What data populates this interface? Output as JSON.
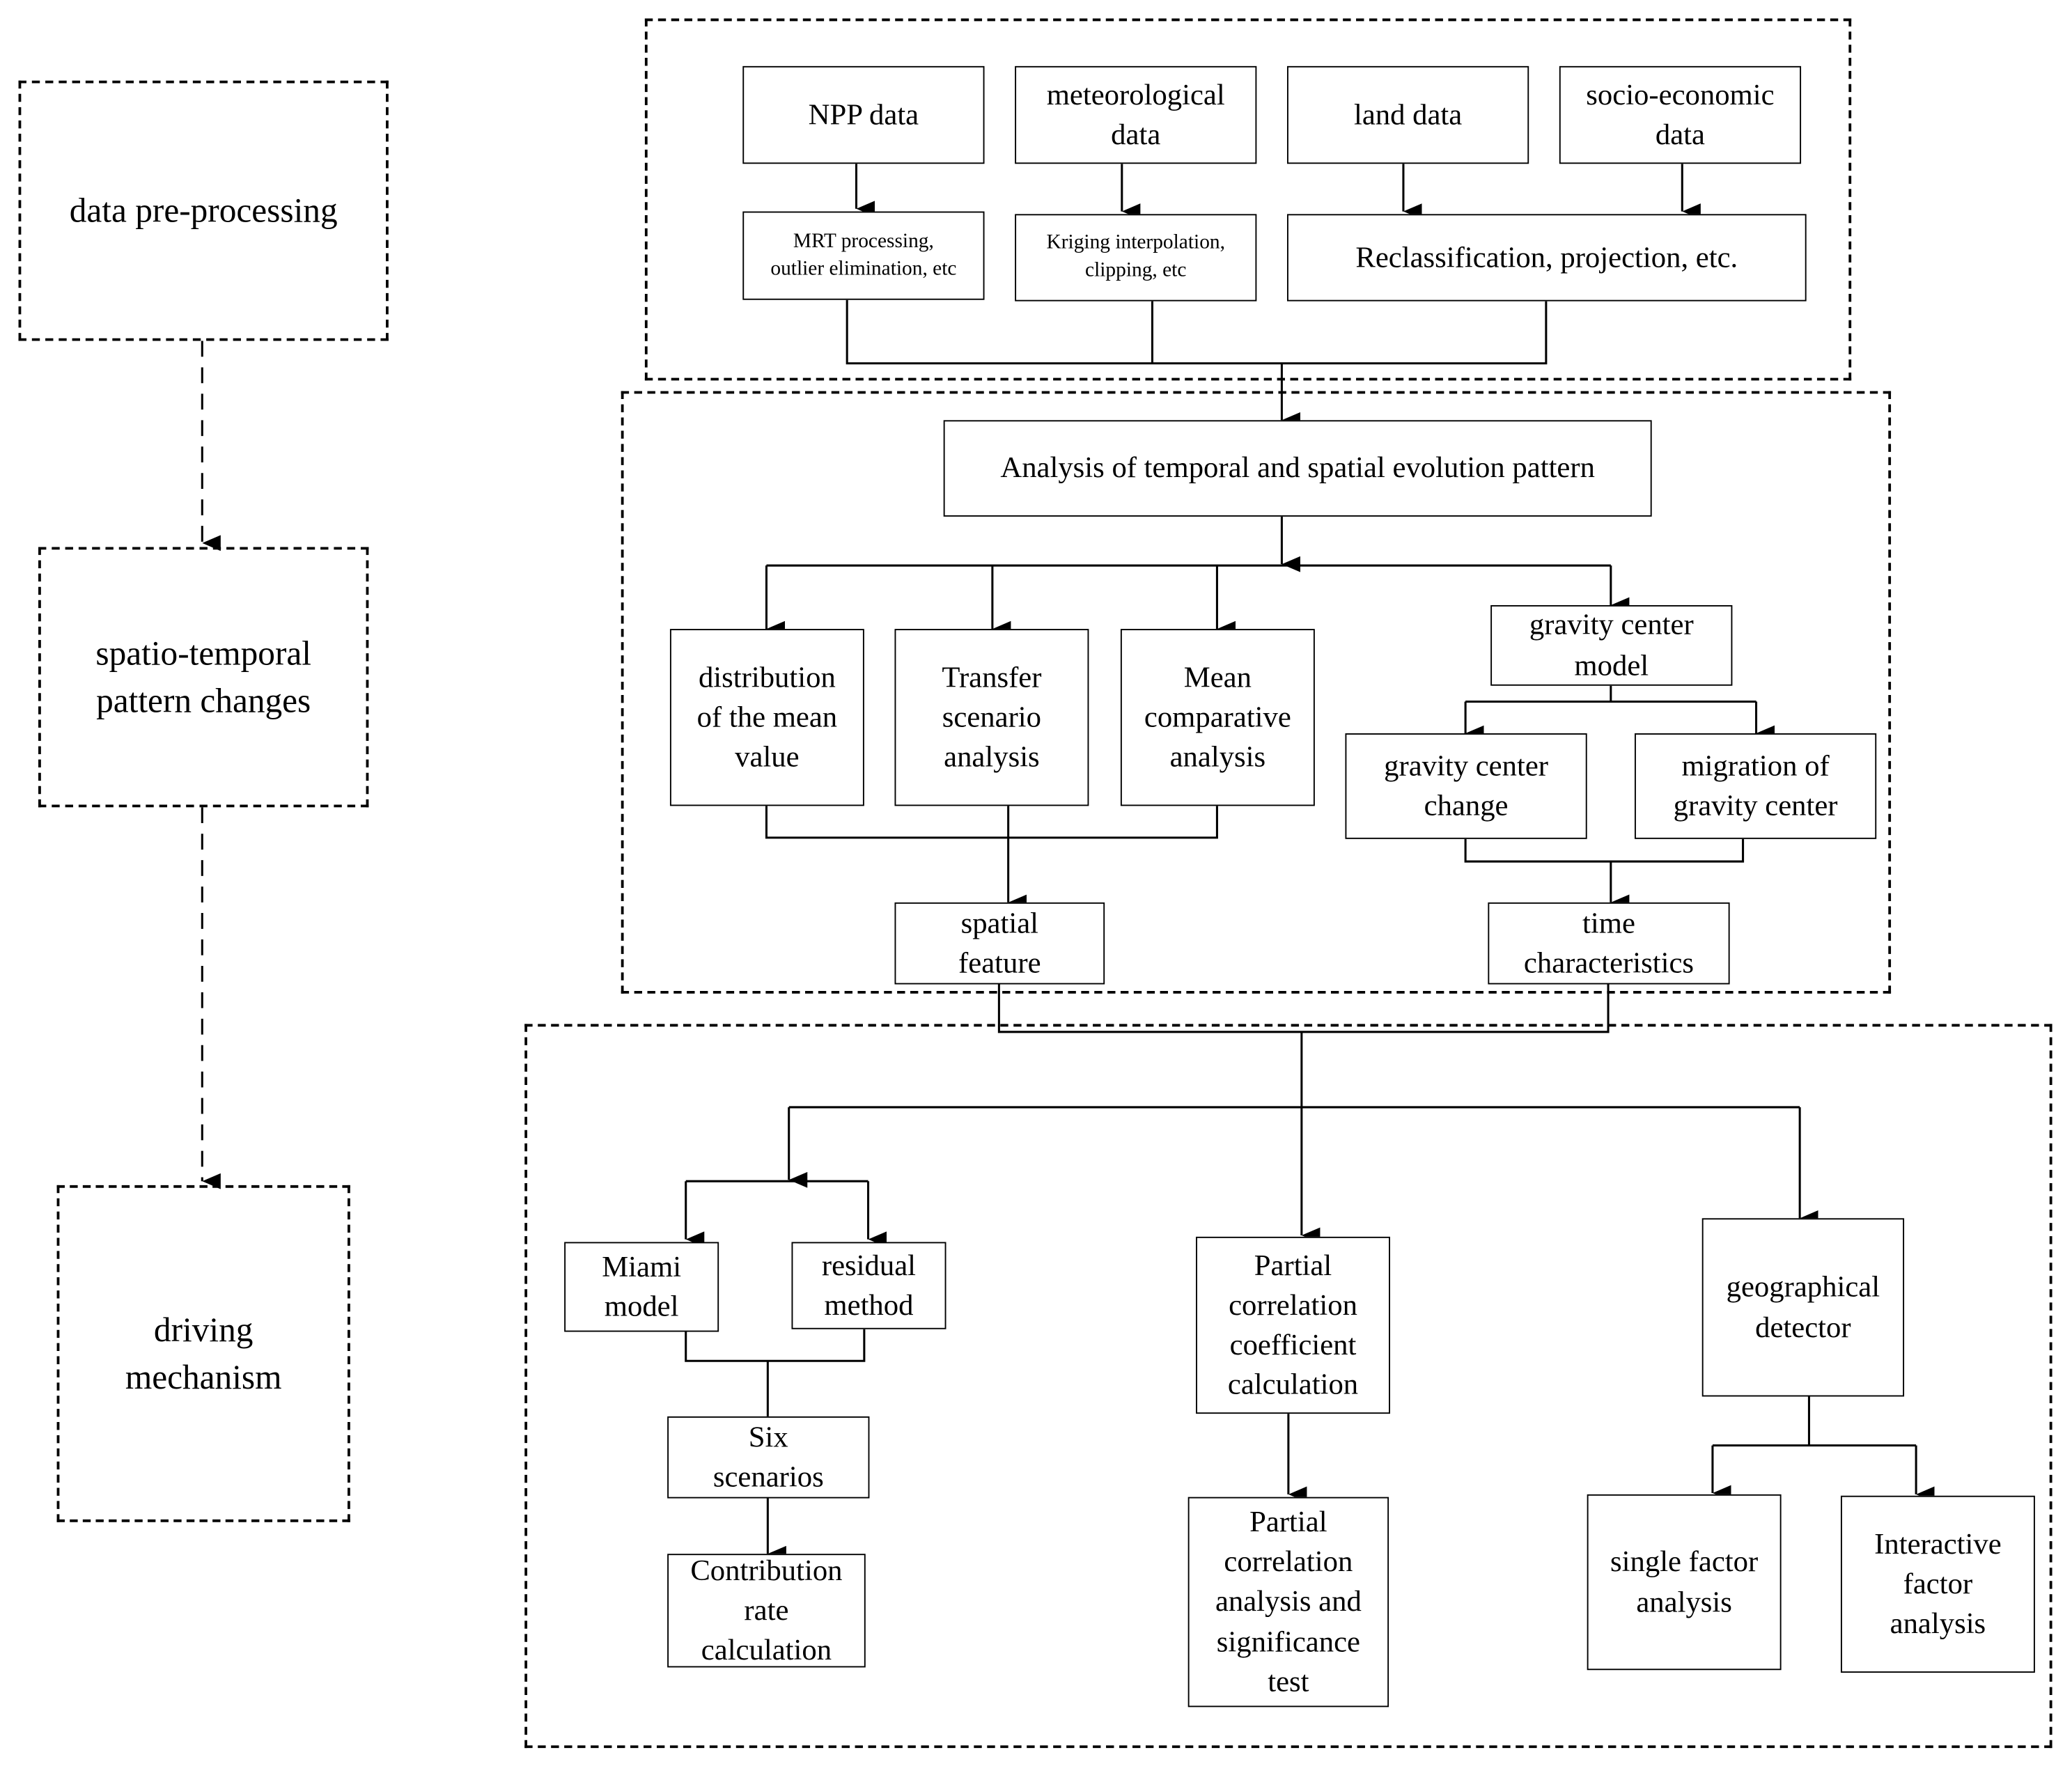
{
  "stages": {
    "preprocessing": "data pre-processing",
    "pattern": "spatio-temporal\npattern changes",
    "driving": "driving\nmechanism"
  },
  "data_sources": {
    "npp": "NPP data",
    "meteorological": "meteorological\ndata",
    "land": "land data",
    "socioeconomic": "socio-economic\ndata"
  },
  "processing": {
    "mrt": "MRT processing,\noutlier elimination, etc",
    "kriging": "Kriging interpolation,\nclipping, etc",
    "reclassification": "Reclassification, projection, etc."
  },
  "analysis": {
    "main": "Analysis of temporal and spatial evolution pattern",
    "distribution": "distribution\nof the mean\nvalue",
    "transfer": "Transfer\nscenario\nanalysis",
    "mean_comparative": "Mean\ncomparative\nanalysis",
    "gravity_model": "gravity center\nmodel",
    "gravity_change": "gravity center\nchange",
    "gravity_migration": "migration of\ngravity center",
    "spatial_feature": "spatial\nfeature",
    "time_characteristics": "time\ncharacteristics"
  },
  "mechanism": {
    "miami": "Miami\nmodel",
    "residual": "residual\nmethod",
    "six_scenarios": "Six\nscenarios",
    "contribution": "Contribution\nrate\ncalculation",
    "partial_coefficient": "Partial\ncorrelation\ncoefficient\ncalculation",
    "partial_test": "Partial\ncorrelation\nanalysis and\nsignificance\ntest",
    "geo_detector": "geographical\ndetector",
    "single_factor": "single factor\nanalysis",
    "interactive_factor": "Interactive\nfactor\nanalysis"
  }
}
